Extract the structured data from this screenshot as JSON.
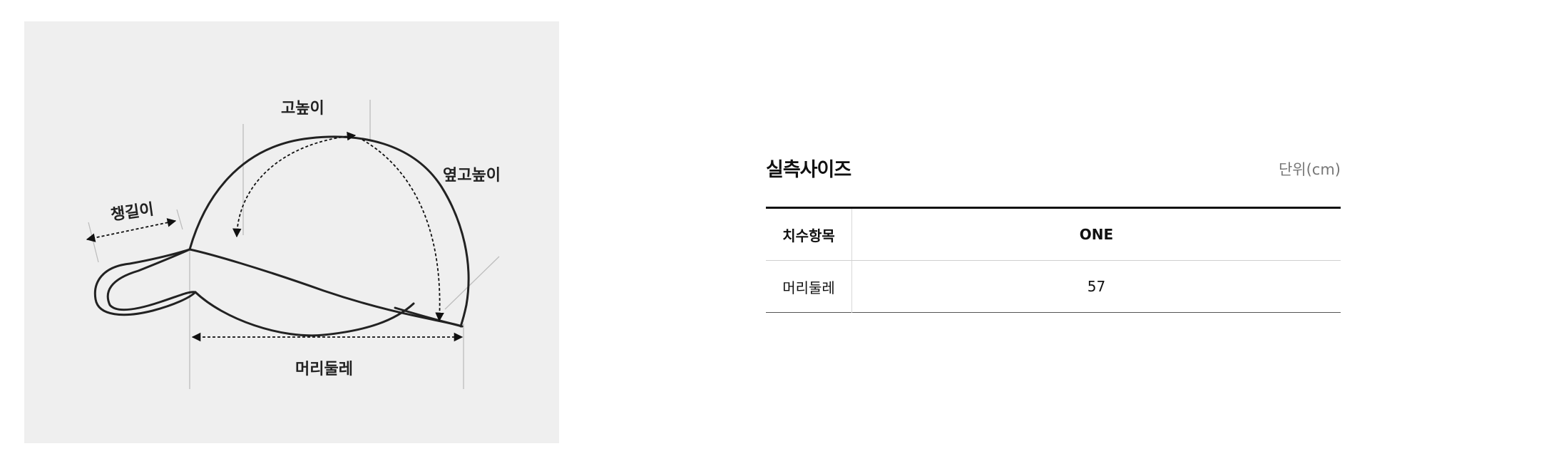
{
  "diagram": {
    "labels": {
      "brim_length": "챙길이",
      "crown_height": "고높이",
      "side_crown_height": "옆고높이",
      "head_circumference": "머리둘레"
    }
  },
  "size_chart": {
    "title": "실측사이즈",
    "unit": "단위(cm)",
    "header": {
      "item_label": "치수항목",
      "size": "ONE"
    },
    "rows": [
      {
        "label": "머리둘레",
        "value": "57"
      }
    ]
  }
}
